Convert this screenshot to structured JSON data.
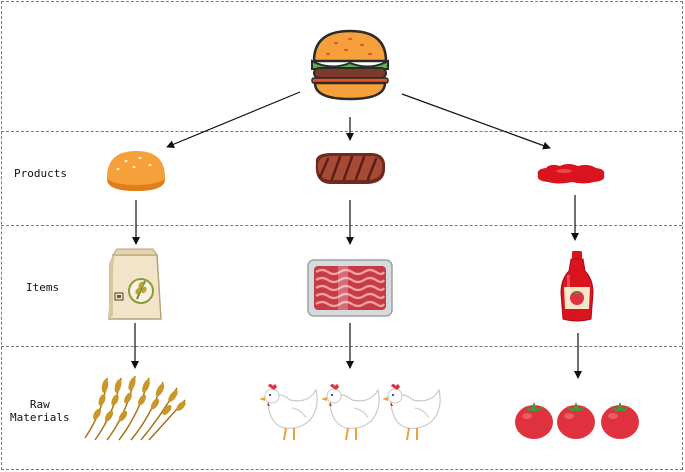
{
  "rows": {
    "products": "Products",
    "items": "Items",
    "raw_materials": "Raw\nMaterials"
  },
  "nodes": {
    "top": "burger-icon",
    "products": [
      "bun-icon",
      "steak-patty-icon",
      "ketchup-splash-icon"
    ],
    "items": [
      "flour-bag-icon",
      "ground-meat-tray-icon",
      "ketchup-bottle-icon"
    ],
    "raw_materials": [
      "wheat-icon",
      "chicken-icon",
      "tomato-icon"
    ]
  },
  "colors": {
    "bun": "#f5a03a",
    "bun_dark": "#e07d1c",
    "meat": "#8e3b2a",
    "ketchup": "#d9141e",
    "tomato": "#e0313f",
    "leaf": "#3f9a3a",
    "wheat": "#c9962a",
    "outline": "#2b2b2b"
  }
}
